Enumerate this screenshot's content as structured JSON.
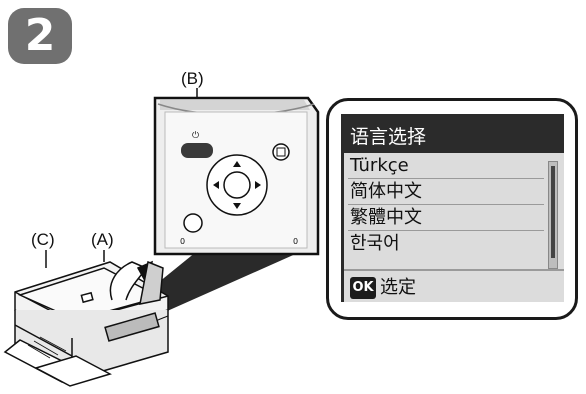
{
  "step": {
    "number": "2"
  },
  "callouts": {
    "a": "(A)",
    "b": "(B)",
    "c": "(C)"
  },
  "panel": {
    "power_symbol": "⏻",
    "led_left": "0",
    "led_right": "0"
  },
  "lcd": {
    "title": "语言选择",
    "languages": [
      "Türkçe",
      "简体中文",
      "繁體中文",
      "한국어"
    ],
    "ok_badge": "OK",
    "ok_label": "选定"
  },
  "icons": [
    "power-icon",
    "menu-icon",
    "arrow-up-icon",
    "arrow-down-icon",
    "arrow-left-icon",
    "arrow-right-icon",
    "ok-icon"
  ],
  "colors": {
    "badge": "#707070",
    "lcd_title_bg": "#2b2b2b",
    "lcd_bg": "#dcdcdc",
    "power_button": "#3a3a3a"
  }
}
